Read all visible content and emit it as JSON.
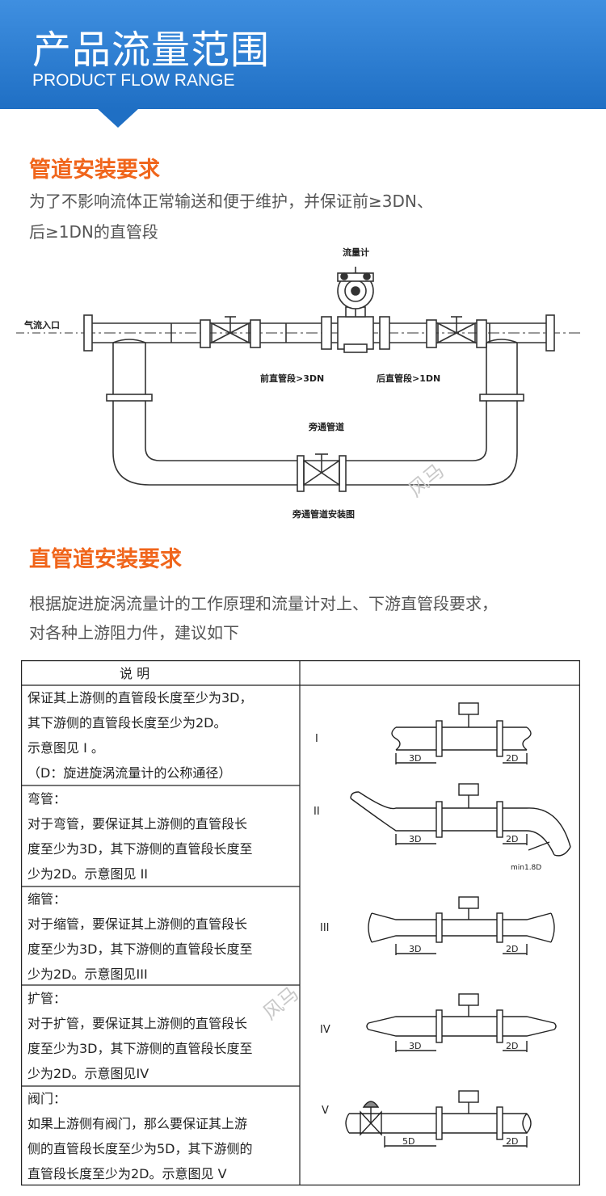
{
  "header": {
    "title": "产品流量范围",
    "subtitle": "PRODUCT FLOW RANGE"
  },
  "section1": {
    "title": "管道安装要求",
    "text_line1": "为了不影响流体正常输送和便于维护，并保证前≥3DN、",
    "text_line2": "后≥1DN的直管段"
  },
  "diagram1": {
    "meter_label": "流量计",
    "inlet_label": "气流入口",
    "front_label": "前直管段>3DN",
    "back_label": "后直管段>1DN",
    "bypass_label": "旁通管道",
    "caption": "旁通管道安装图"
  },
  "watermark": "风马",
  "section2": {
    "title": "直管道安装要求",
    "text_line1": "根据旋进旋涡流量计的工作原理和流量计对上、下游直管段要求，",
    "text_line2": "对各种上游阻力件，建议如下"
  },
  "table": {
    "header": "说 明",
    "rows": [
      {
        "numeral": "I",
        "lines": [
          "保证其上游侧的直管段长度至少为3D，",
          "其下游侧的直管段长度至少为2D。",
          "示意图见 I 。",
          "（D：旋进旋涡流量计的公称通径）"
        ],
        "up": "3D",
        "down": "2D"
      },
      {
        "numeral": "II",
        "lines": [
          "弯管：",
          "对于弯管，要保证其上游侧的直管段长",
          "度至少为3D，其下游侧的直管段长度至",
          "少为2D。示意图见 II"
        ],
        "up": "3D",
        "down": "2D",
        "extra": "min1.8D"
      },
      {
        "numeral": "III",
        "lines": [
          "缩管：",
          "对于缩管，要保证其上游侧的直管段长",
          "度至少为3D，其下游侧的直管段长度至",
          "少为2D。示意图见III"
        ],
        "up": "3D",
        "down": "2D"
      },
      {
        "numeral": "IV",
        "lines": [
          "扩管：",
          "对于扩管，要保证其上游侧的直管段长",
          "度至少为3D，其下游侧的直管段长度至",
          "少为2D。示意图见IV"
        ],
        "up": "3D",
        "down": "2D"
      },
      {
        "numeral": "V",
        "lines": [
          "阀门：",
          "如果上游侧有阀门，那么要保证其上游",
          "侧的直管段长度至少为5D，其下游侧的",
          "直管段长度至少为2D。示意图见 V"
        ],
        "up": "5D",
        "down": "2D"
      }
    ]
  },
  "colors": {
    "header_blue": "#2a7fd6",
    "accent_orange": "#f0651b"
  }
}
